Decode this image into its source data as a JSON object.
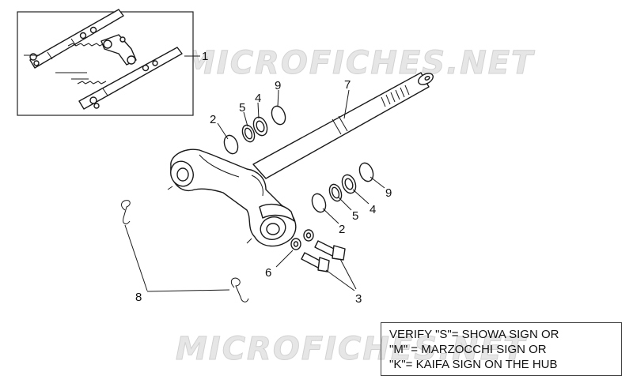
{
  "watermark": "MICROFICHES.NET",
  "labels": {
    "l1": "1",
    "l2a": "2",
    "l2b": "2",
    "l3": "3",
    "l4a": "4",
    "l4b": "4",
    "l5a": "5",
    "l5b": "5",
    "l6": "6",
    "l7": "7",
    "l8": "8",
    "l9a": "9",
    "l9b": "9"
  },
  "note": {
    "line1": "VERIFY \"S\"= SHOWA SIGN OR",
    "line2": "\"M\" = MARZOCCHI SIGN OR",
    "line3": "\"K\"= KAIFA SIGN ON THE HUB"
  }
}
